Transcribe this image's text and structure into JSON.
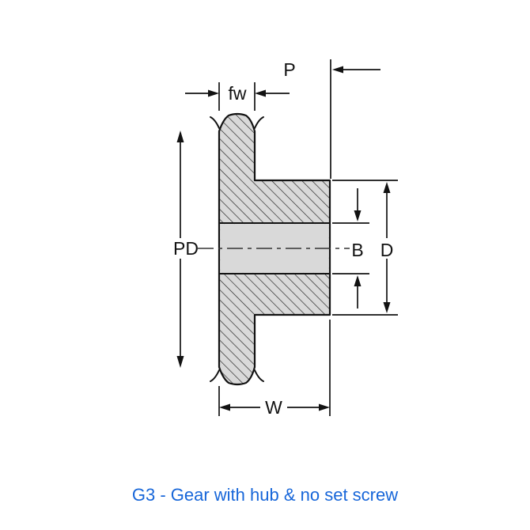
{
  "diagram": {
    "caption": "G3 - Gear with hub & no set screw",
    "labels": {
      "pitch": "P",
      "face_width": "fw",
      "pitch_diameter": "PD",
      "bore": "B",
      "hub_diameter": "D",
      "hub_width": "W"
    },
    "colors": {
      "caption": "#1766d9",
      "line": "#121212",
      "metal_fill": "#d9d9d9"
    }
  }
}
